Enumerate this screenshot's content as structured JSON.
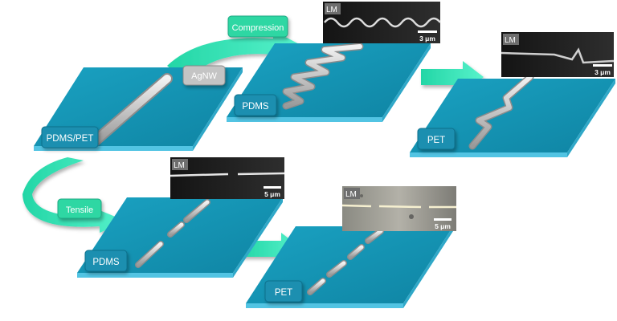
{
  "labels": {
    "compression": "Compression",
    "tensile": "Tensile",
    "agnw": "AgNW"
  },
  "substrates": {
    "start": "PDMS/PET",
    "compressed_pdms": "PDMS",
    "compressed_pet": "PET",
    "tensile_pdms": "PDMS",
    "tensile_pet": "PET"
  },
  "micrographs": {
    "compressed_pdms": {
      "mode": "LM",
      "scale": "3 μm"
    },
    "compressed_pet": {
      "mode": "LM",
      "scale": "3 μm"
    },
    "tensile_pdms": {
      "mode": "LM",
      "scale": "5 μm"
    },
    "tensile_pet": {
      "mode": "LM",
      "scale": "5 μm"
    }
  },
  "colors": {
    "substrate_top": "#1496b4",
    "substrate_edge": "#52c4e3",
    "label_box": "#1a8fb0",
    "arrow": "#40e8b8",
    "nanowire": "#c8c8c8"
  }
}
